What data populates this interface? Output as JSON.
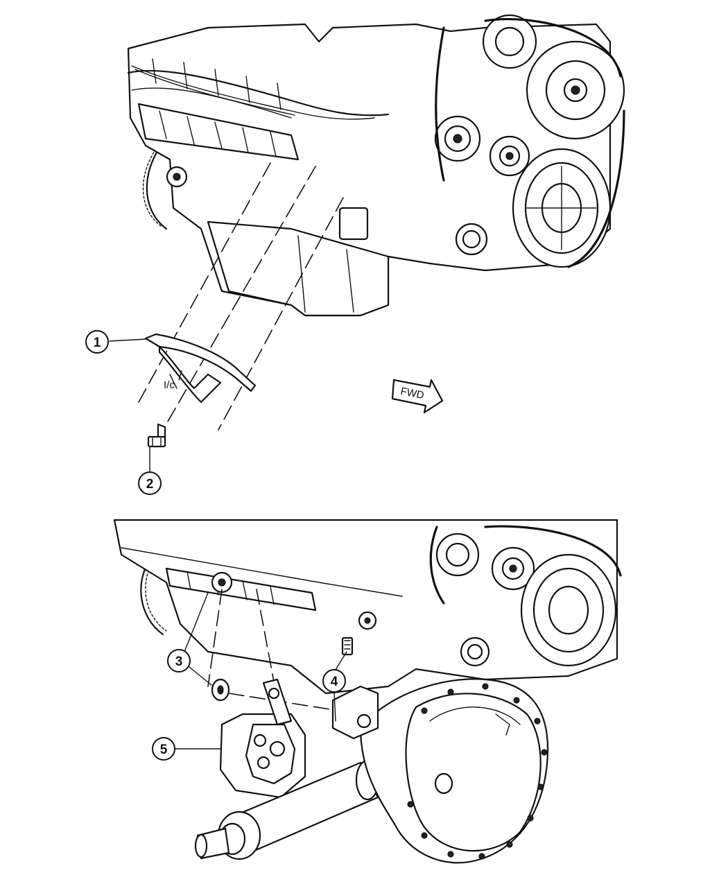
{
  "diagram": {
    "fwd_label": "FWD",
    "callouts": [
      {
        "id": "callout-1",
        "label": "1"
      },
      {
        "id": "callout-2",
        "label": "2"
      },
      {
        "id": "callout-3",
        "label": "3"
      },
      {
        "id": "callout-4",
        "label": "4"
      },
      {
        "id": "callout-5",
        "label": "5"
      }
    ]
  }
}
